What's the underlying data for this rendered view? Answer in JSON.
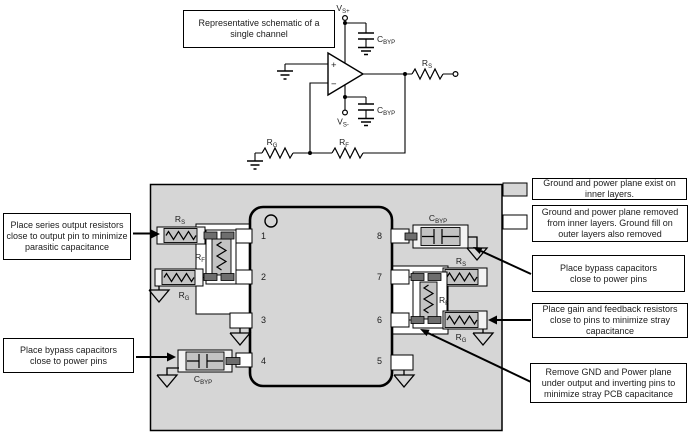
{
  "schematic": {
    "title": {
      "lines": [
        "Representative schematic of a",
        "single channel"
      ]
    },
    "opamp": {
      "plus": "+",
      "minus": "−"
    },
    "labels": {
      "vs_plus": {
        "base": "V",
        "sub": "S+"
      },
      "vs_minus": {
        "base": "V",
        "sub": "S-"
      },
      "c_byp": {
        "base": "C",
        "sub": "BYP"
      },
      "r_s": {
        "base": "R",
        "sub": "S"
      },
      "r_f": {
        "base": "R",
        "sub": "F"
      },
      "r_g": {
        "base": "R",
        "sub": "G"
      }
    }
  },
  "pcb": {
    "pin_numbers": [
      "1",
      "2",
      "3",
      "4",
      "5",
      "6",
      "7",
      "8"
    ],
    "colors": {
      "board": "#d6d6d6",
      "component_body": "#c3c3c3",
      "component_end": "#f3f3f3",
      "pad": "#6e6e6e",
      "removed_plane": "#ffffff"
    }
  },
  "legend": {
    "items": [
      {
        "swatch": "filled",
        "lines": [
          "Ground and power plane exist on",
          "inner layers."
        ]
      },
      {
        "swatch": "empty",
        "lines": [
          "Ground and power plane removed",
          "from inner layers. Ground fill on",
          "outer layers also removed"
        ]
      }
    ]
  },
  "callouts": {
    "series_output": {
      "lines": [
        "Place series output resistors",
        "close to output pin to minimize",
        "parasitic capacitance"
      ]
    },
    "bypass_left": {
      "lines": [
        "Place bypass capacitors",
        "close to power pins"
      ]
    },
    "bypass_right": {
      "lines": [
        "Place bypass capacitors",
        "close to power pins"
      ]
    },
    "gain_feedback": {
      "lines": [
        "Place gain and feedback resistors",
        "close to pins to minimize stray",
        "capacitance"
      ]
    },
    "remove_plane": {
      "lines": [
        "Remove GND and Power plane",
        "under output and inverting pins to",
        "minimize stray PCB capacitance"
      ]
    }
  }
}
